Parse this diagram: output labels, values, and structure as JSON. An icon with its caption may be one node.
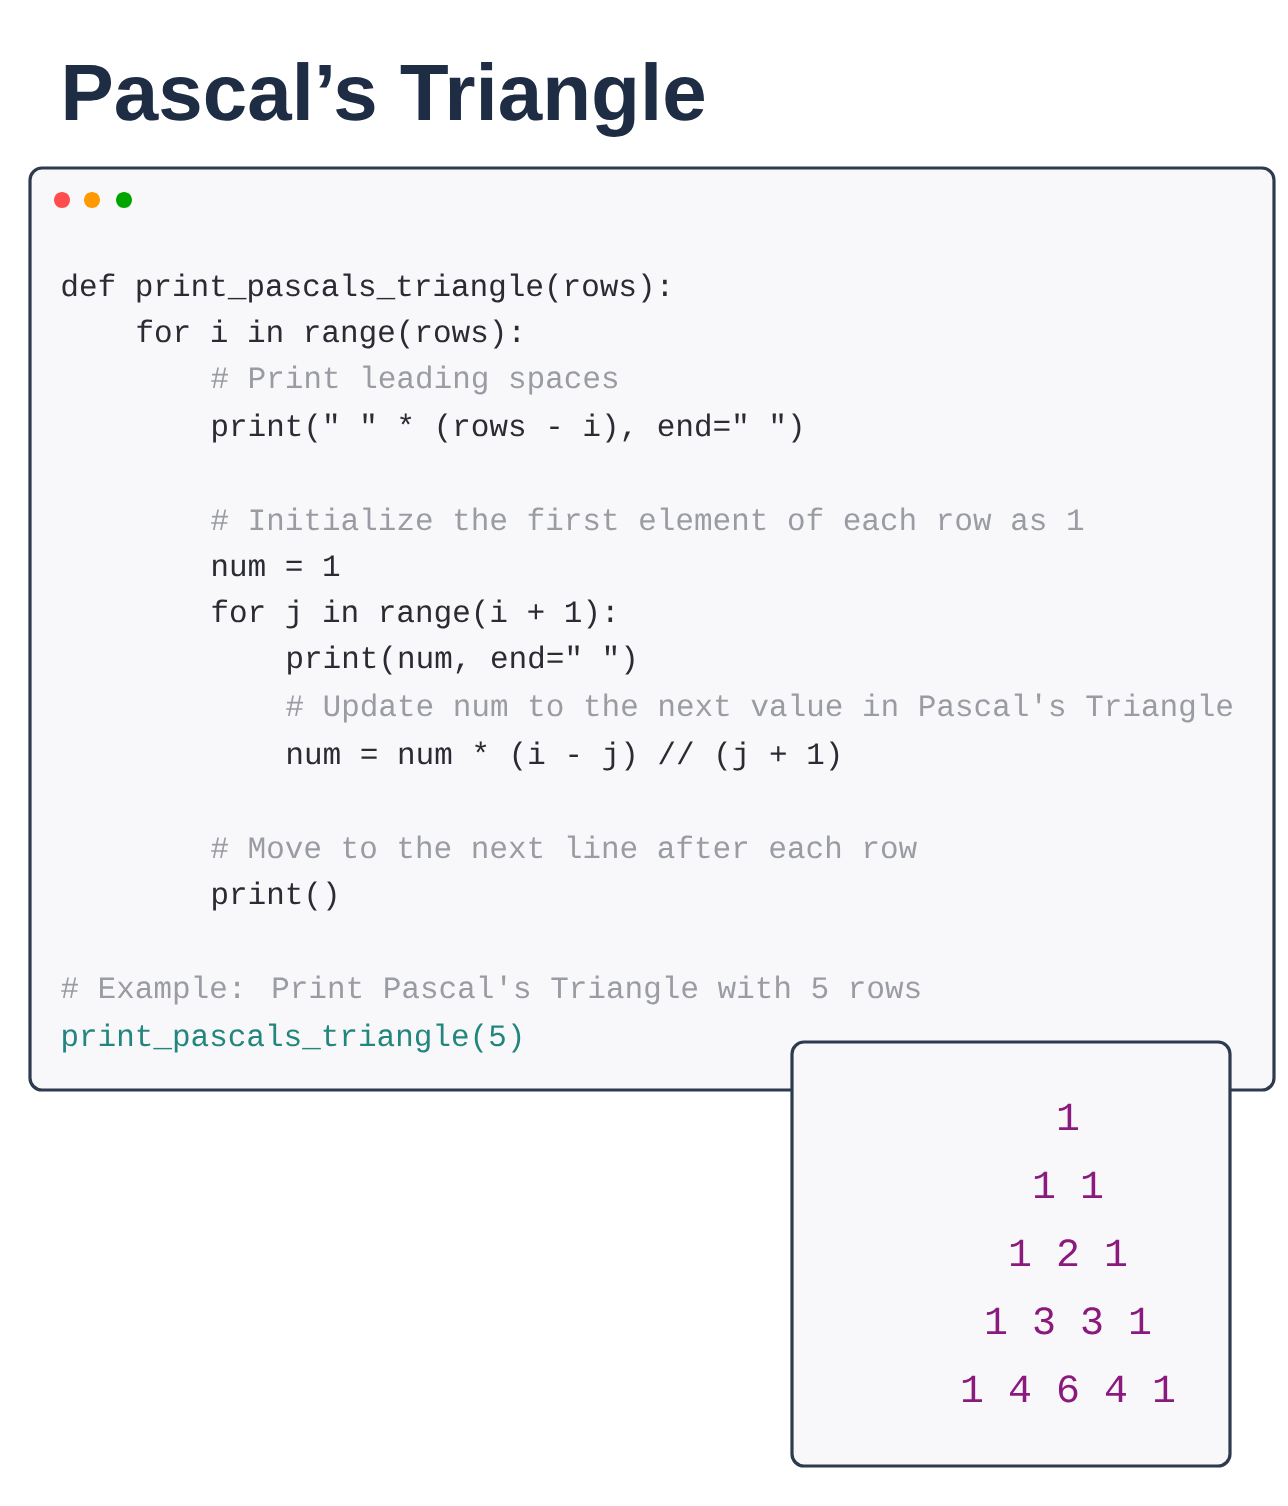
{
  "diagram": {
    "title": "Pascal’s Triangle",
    "nodes": [
      {
        "text": [
          "def print_pascals_triangle(rows):",
          "for i in range(rows):",
          "# Print leading spaces",
          "print(\" \" * (rows - i), end=\" \")",
          "# Initialize the first element of each row as 1",
          "num = 1",
          "for j in range(i + 1):",
          "print(num, end=\" \")",
          "# Update num to the next value in Pascal's Triangle",
          "num = num * (i - j) // (j + 1)",
          "# Move to the next line after each row",
          "print()",
          "# Example: Print Pascal's Triangle with 5 rows",
          "print_pascals_triangle(5)"
        ]
      },
      {
        "text": [
          "1",
          "1 1",
          "1 2 1",
          "1 3 3 1",
          "1 4 6 4 1"
        ]
      }
    ]
  }
}
